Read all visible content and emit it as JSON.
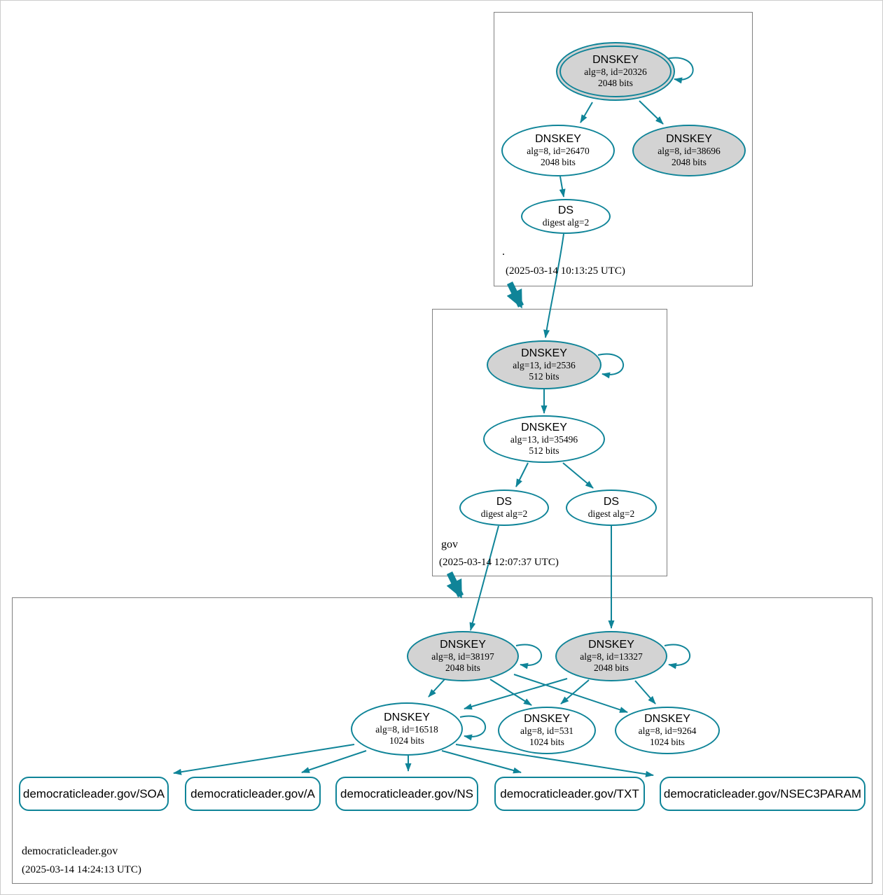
{
  "colors": {
    "edge": "#0f8498",
    "ksk_fill": "#d3d3d3",
    "node_fill": "#ffffff",
    "zone_box_border": "#808080"
  },
  "zones": {
    "root": {
      "name": ".",
      "timestamp": "(2025-03-14 10:13:25 UTC)",
      "ksk": {
        "title": "DNSKEY",
        "alg": "alg=8, id=20326",
        "bits": "2048 bits"
      },
      "zsk": {
        "title": "DNSKEY",
        "alg": "alg=8, id=26470",
        "bits": "2048 bits"
      },
      "ksk2": {
        "title": "DNSKEY",
        "alg": "alg=8, id=38696",
        "bits": "2048 bits"
      },
      "ds": {
        "title": "DS",
        "digest": "digest alg=2"
      }
    },
    "gov": {
      "name": "gov",
      "timestamp": "(2025-03-14 12:07:37 UTC)",
      "ksk": {
        "title": "DNSKEY",
        "alg": "alg=13, id=2536",
        "bits": "512 bits"
      },
      "zsk": {
        "title": "DNSKEY",
        "alg": "alg=13, id=35496",
        "bits": "512 bits"
      },
      "ds1": {
        "title": "DS",
        "digest": "digest alg=2"
      },
      "ds2": {
        "title": "DS",
        "digest": "digest alg=2"
      }
    },
    "domain": {
      "name": "democraticleader.gov",
      "timestamp": "(2025-03-14 14:24:13 UTC)",
      "ksk1": {
        "title": "DNSKEY",
        "alg": "alg=8, id=38197",
        "bits": "2048 bits"
      },
      "ksk2": {
        "title": "DNSKEY",
        "alg": "alg=8, id=13327",
        "bits": "2048 bits"
      },
      "zsk1": {
        "title": "DNSKEY",
        "alg": "alg=8, id=16518",
        "bits": "1024 bits"
      },
      "zsk2": {
        "title": "DNSKEY",
        "alg": "alg=8, id=531",
        "bits": "1024 bits"
      },
      "zsk3": {
        "title": "DNSKEY",
        "alg": "alg=8, id=9264",
        "bits": "1024 bits"
      },
      "rrsets": [
        {
          "label": "democraticleader.gov/SOA"
        },
        {
          "label": "democraticleader.gov/A"
        },
        {
          "label": "democraticleader.gov/NS"
        },
        {
          "label": "democraticleader.gov/TXT"
        },
        {
          "label": "democraticleader.gov/NSEC3PARAM"
        }
      ]
    }
  }
}
